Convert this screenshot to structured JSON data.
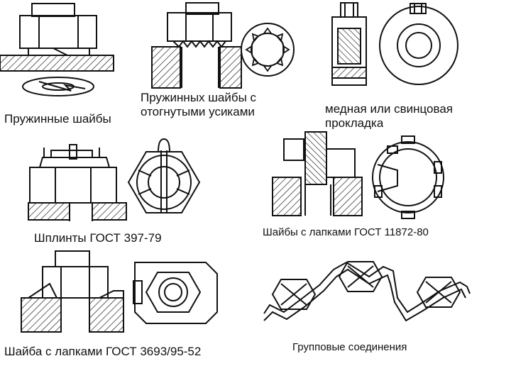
{
  "captions": {
    "spring_washers": "Пружинные шайбы",
    "spring_washers_tabs_line1": "Пружинных шайбы с",
    "spring_washers_tabs_line2": "отогнутыми усиками",
    "copper_gasket_line1": "медная или свинцовая",
    "copper_gasket_line2": "прокладка",
    "cotter_pins": "Шплинты  ГОСТ 397-79",
    "tab_washers_11872": "Шайбы с лапками ГОСТ 11872-80",
    "tab_washer_3693": "Шайба с лапками ГОСТ 3693/95-52",
    "group_connections": "Групповые соединения"
  },
  "colors": {
    "ink": "#111111",
    "paper": "#ffffff"
  }
}
